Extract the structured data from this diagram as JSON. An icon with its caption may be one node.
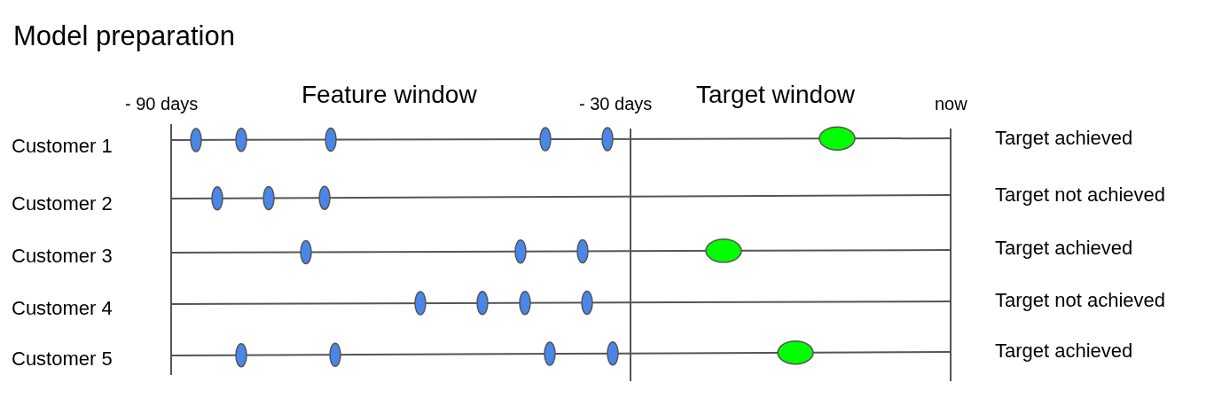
{
  "diagram": {
    "title": "Model preparation",
    "labels": [
      "- 90 days",
      "Feature window",
      "- 30 days",
      "Target window",
      "now",
      "Customer 1",
      "Target achieved",
      "Customer 2",
      "Target not achieved",
      "Customer 3",
      "Target achieved",
      "Customer 4",
      "Target not achieved",
      "Customer 5",
      "Target achieved"
    ]
  }
}
